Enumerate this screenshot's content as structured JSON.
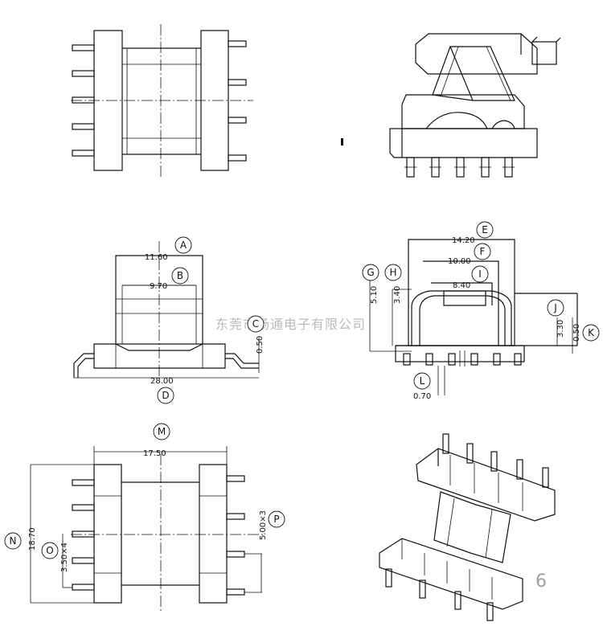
{
  "watermark": "东莞市扬通电子有限公司",
  "page_number": "6",
  "dimensions": {
    "A": {
      "letter": "A",
      "value": "11.60"
    },
    "B": {
      "letter": "B",
      "value": "9.70"
    },
    "C": {
      "letter": "C",
      "value": "0.50"
    },
    "D": {
      "letter": "D",
      "value": "28.00"
    },
    "E": {
      "letter": "E",
      "value": "14.20"
    },
    "F": {
      "letter": "F",
      "value": "10.00"
    },
    "G": {
      "letter": "G",
      "value": "5.10"
    },
    "H": {
      "letter": "H",
      "value": "3.40"
    },
    "I": {
      "letter": "I",
      "value": "8.40"
    },
    "J": {
      "letter": "J",
      "value": "3.30"
    },
    "K": {
      "letter": "K",
      "value": "0.50"
    },
    "L": {
      "letter": "L",
      "value": "0.70"
    },
    "M": {
      "letter": "M",
      "value": "17.50"
    },
    "N": {
      "letter": "N",
      "value": "18.70"
    },
    "O": {
      "letter": "O",
      "value": "3.50×4"
    },
    "P": {
      "letter": "P",
      "value": "5.00×3"
    }
  }
}
